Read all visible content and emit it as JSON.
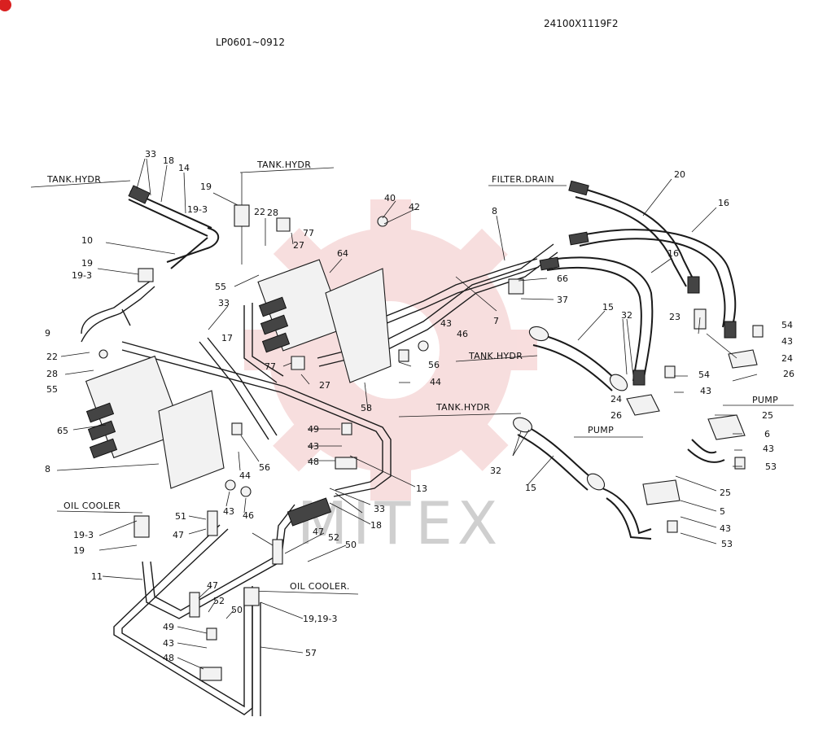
{
  "header": {
    "drawing_number": "24100X1119F2",
    "serial_range": "LP0601~0912"
  },
  "watermark": {
    "text": "MITEX",
    "color": "#e8a0a0"
  },
  "destinations": {
    "tank_hydr": "TANK.HYDR",
    "filter_drain": "FILTER.DRAIN",
    "pump": "PUMP",
    "oil_cooler": "OIL COOLER",
    "oil_cooler_dot": "OIL COOLER."
  },
  "callouts": {
    "c33a": "33",
    "c18a": "18",
    "c14": "14",
    "c19a": "19",
    "c19_3a": "19-3",
    "c10": "10",
    "c19b": "19",
    "c19_3b": "19-3",
    "c9": "9",
    "c22a": "22",
    "c28a": "28",
    "c55a": "55",
    "c65a": "65",
    "c8": "8",
    "c22b": "22",
    "c28b": "28",
    "c77a": "77",
    "c27a": "27",
    "c64": "64",
    "c55b": "55",
    "c33b": "33",
    "c17": "17",
    "c40": "40",
    "c42": "42",
    "c8b": "8",
    "c20": "20",
    "c16a": "16",
    "c16b": "16",
    "c66": "66",
    "c37": "37",
    "c7": "7",
    "c43a": "43",
    "c46a": "46",
    "c77b": "77",
    "c27b": "27",
    "c56a": "56",
    "c44a": "44",
    "c58": "58",
    "c15a": "15",
    "c32a": "32",
    "c23": "23",
    "c54a": "54",
    "c43b": "43",
    "c24a": "24",
    "c26a": "26",
    "c54b": "54",
    "c43c": "43",
    "c24b": "24",
    "c26b": "26",
    "c25a": "25",
    "c6": "6",
    "c43d": "43",
    "c53a": "53",
    "c49a": "49",
    "c43e": "43",
    "c48a": "48",
    "c56b": "56",
    "c44b": "44",
    "c43f": "43",
    "c46b": "46",
    "c13": "13",
    "c33c": "33",
    "c18b": "18",
    "c32b": "32",
    "c15b": "15",
    "c25b": "25",
    "c5": "5",
    "c43g": "43",
    "c53b": "53",
    "c51": "51",
    "c47a": "47",
    "c47b": "47",
    "c52a": "52",
    "c50a": "50",
    "c19_3c": "19-3",
    "c19c": "19",
    "c11": "11",
    "c47c": "47",
    "c52b": "52",
    "c50b": "50",
    "c19_193": "19,19-3",
    "c49b": "49",
    "c43h": "43",
    "c48b": "48",
    "c57": "57"
  }
}
